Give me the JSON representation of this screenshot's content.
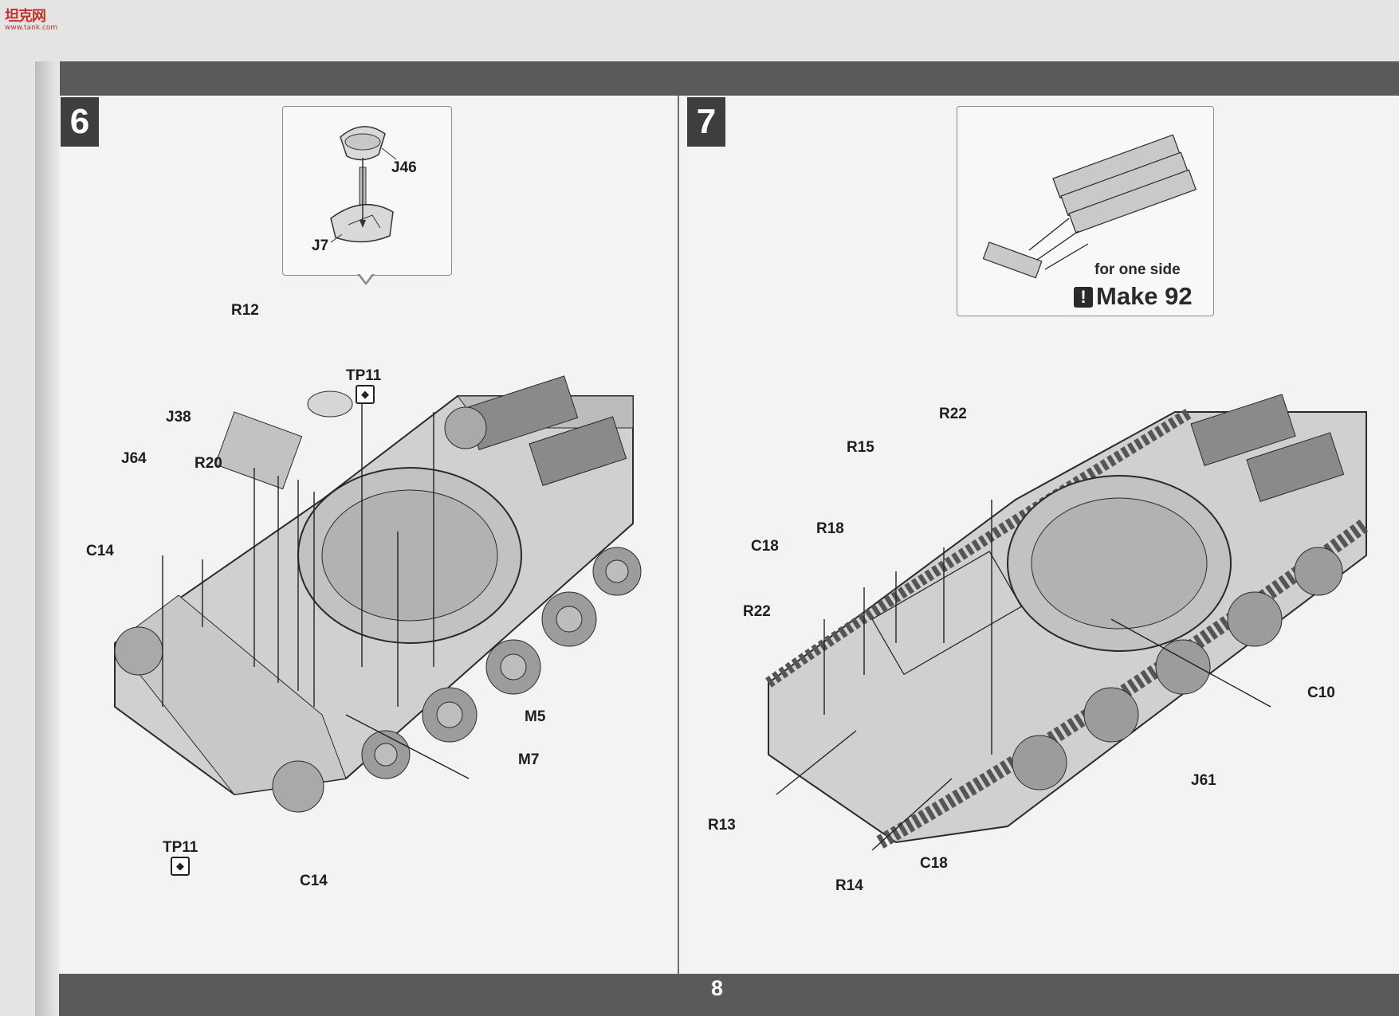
{
  "watermark": {
    "mark": "坦克网",
    "url": "www.tank.com"
  },
  "page_number": "8",
  "steps": [
    {
      "number": "6",
      "inset_labels": [
        "J46",
        "J7"
      ],
      "labels": [
        "R12",
        "TP11",
        "J38",
        "J64",
        "R20",
        "C14",
        "M5",
        "M7",
        "TP11",
        "C14"
      ]
    },
    {
      "number": "7",
      "inset_note": "for one side",
      "inset_count": "Make 92",
      "labels": [
        "R22",
        "R15",
        "R18",
        "C18",
        "R22",
        "C10",
        "J61",
        "R13",
        "R14",
        "C18"
      ]
    }
  ],
  "icons": {
    "glue": "droplet-icon",
    "warning": "exclamation-icon"
  }
}
